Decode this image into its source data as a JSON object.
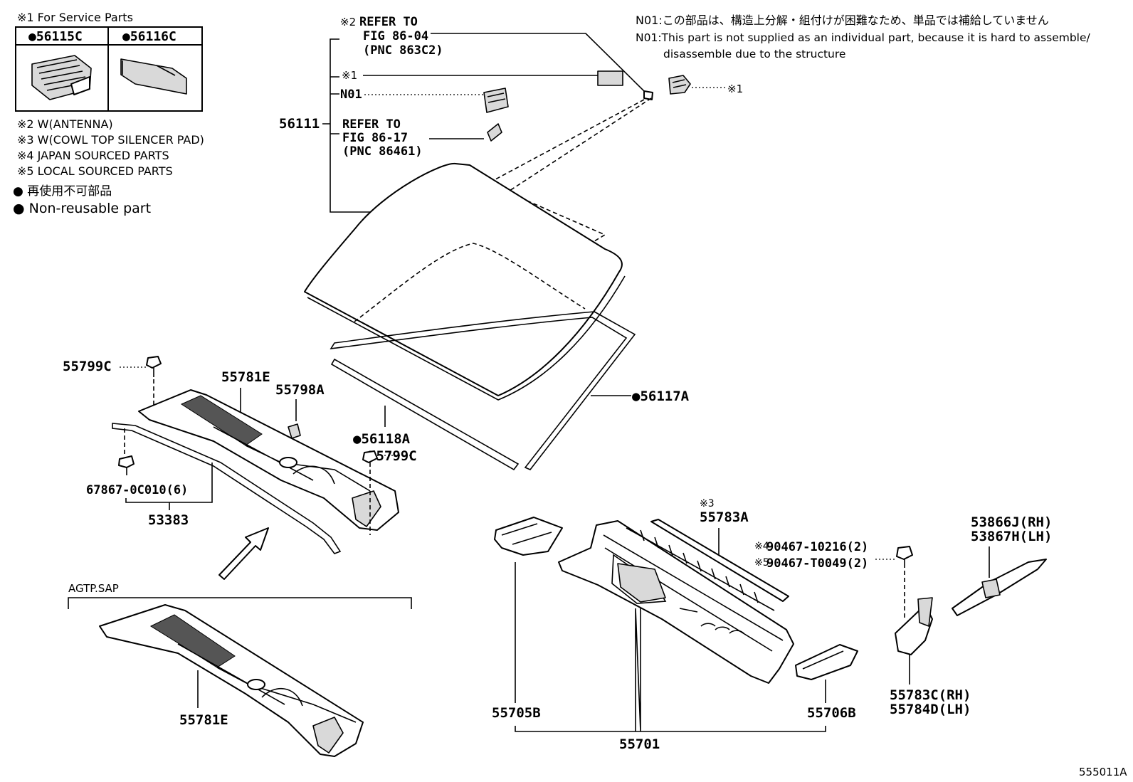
{
  "notes": {
    "service_parts": "※1 For Service Parts",
    "n56115": "●56115C",
    "n56116": "●56116C",
    "w_antenna": "※2 W(ANTENNA)",
    "w_cowl": "※3 W(COWL TOP SILENCER PAD)",
    "japan": "※4 JAPAN SOURCED PARTS",
    "local": "※5 LOCAL SOURCED PARTS",
    "nonreuse_jp": "● 再使用不可部品",
    "nonreuse_en": "● Non-reusable part",
    "n01_jp": "N01:この部品は、構造上分解・組付けが困難なため、単品では補給していません",
    "n01_en1": "N01:This part is not supplied as an individual part, because it is hard to assemble/",
    "n01_en2": "disassemble due to the structure"
  },
  "refs": {
    "ref1_mark": "※2",
    "ref1_l1": "REFER TO",
    "ref1_l2": "FIG 86-04",
    "ref1_l3": "(PNC 863C2)",
    "ref_x1": "※1",
    "ref_n01": "N01",
    "ref2_l1": "REFER TO",
    "ref2_l2": "FIG 86-17",
    "ref2_l3": "(PNC 86461)",
    "right_x1": "※1"
  },
  "parts": {
    "p56111": "56111",
    "p56117A": "●56117A",
    "p56118A": "●56118A",
    "p55799C_a": "55799C",
    "p55799C_b": "55799C",
    "p55781E_a": "55781E",
    "p55798A": "55798A",
    "p67867": "67867-0C010(6)",
    "p53383": "53383",
    "agtp": "AGTP.SAP",
    "p55781E_b": "55781E",
    "p55783A_mark": "※3",
    "p55783A": "55783A",
    "p90467a_mark": "※4",
    "p90467a": "90467-10216(2)",
    "p90467b_mark": "※5",
    "p90467b": "90467-T0049(2)",
    "p53866": "53866J(RH)",
    "p53867": "53867H(LH)",
    "p55705B": "55705B",
    "p55706B": "55706B",
    "p55701": "55701",
    "p55783C": "55783C(RH)",
    "p55784D": "55784D(LH)"
  },
  "figure_id": "555011A"
}
